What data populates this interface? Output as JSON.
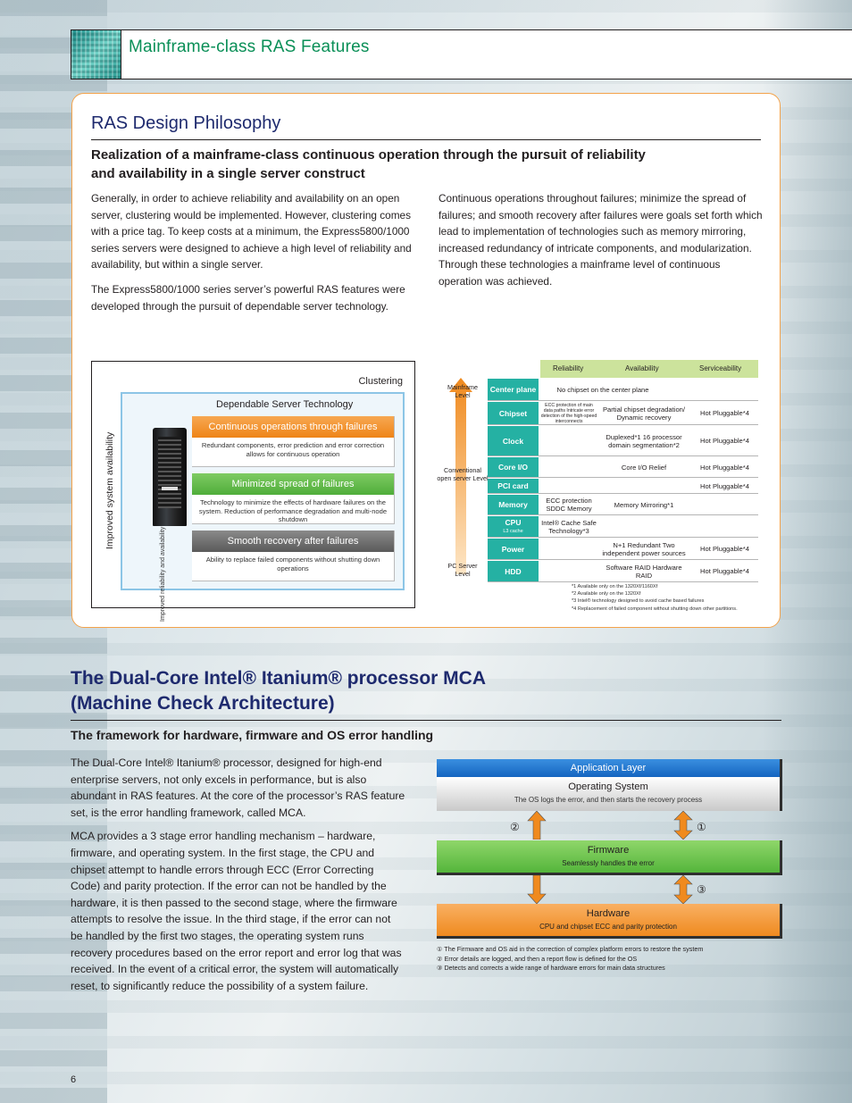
{
  "header": {
    "title": "Mainframe-class RAS Features"
  },
  "ras": {
    "title": "RAS Design Philosophy",
    "subtitle": "Realization of a mainframe-class continuous operation through the pursuit of reliability and availability in a single server construct",
    "left_paragraphs": [
      "Generally, in order to achieve reliability and availability on an open server, clustering would be implemented.  However, clustering comes with a price tag.  To keep costs at a minimum, the Express5800/1000 series servers were designed to achieve a high level of reliability and availability, but within a single server.",
      "The Express5800/1000 series server’s powerful RAS features were developed through the pursuit of dependable server technology."
    ],
    "right_paragraphs": [
      "Continuous operations throughout failures; minimize the spread of failures; and smooth recovery after failures were goals set forth which lead to implementation of technologies such as memory mirroring, increased redundancy of intricate components, and modularization.  Through these technologies a mainframe level of continuous operation was achieved."
    ]
  },
  "clustering": {
    "title": "Clustering",
    "y_label": "Improved system availability",
    "inner_label": "Improved reliability and availability as a stand alone server",
    "dst_label": "Dependable Server Technology",
    "features": [
      {
        "title": "Continuous operations through failures",
        "body": "Redundant components, error prediction and error correction allows for continuous operation",
        "color": "#f08a1e"
      },
      {
        "title": "Minimized spread of failures",
        "body": "Technology to minimize the effects of hardware failures on the system.  Reduction of performance degradation and multi-node shutdown",
        "color": "#5dba46"
      },
      {
        "title": "Smooth recovery after failures",
        "body": "Ability to replace failed components without shutting down operations",
        "color": "#6b6b6b"
      }
    ]
  },
  "ras_table": {
    "levels": {
      "top": "Mainframe Level",
      "middle": "Conventional open server Level",
      "bottom": "PC Server Level"
    },
    "columns": [
      "Reliability",
      "Availability",
      "Serviceability"
    ],
    "rows": [
      {
        "label": "Center plane",
        "merged": "No chipset on the center plane"
      },
      {
        "label": "Chipset",
        "reliability": "ECC protection of main data paths Intricate error detection of the high-speed interconnects",
        "availability": "Partial chipset degradation/ Dynamic recovery",
        "serviceability": "Hot Pluggable*4"
      },
      {
        "label": "Clock",
        "reliability": "",
        "availability": "Duplexed*1 16 processor domain segmentation*2",
        "serviceability": "Hot Pluggable*4"
      },
      {
        "label": "Core I/O",
        "reliability": "",
        "availability": "Core I/O Relief",
        "serviceability": "Hot Pluggable*4"
      },
      {
        "label": "PCI card",
        "reliability": "",
        "availability": "",
        "serviceability": "Hot Pluggable*4"
      },
      {
        "label": "Memory",
        "reliability": "ECC protection SDDC Memory",
        "availability": "Memory Mirroring*1",
        "serviceability": ""
      },
      {
        "label": "CPU",
        "sublabel": "L3 cache",
        "reliability": "Intel® Cache Safe Technology*3",
        "availability": "",
        "serviceability": ""
      },
      {
        "label": "Power",
        "reliability": "",
        "availability": "N+1 Redundant Two independent power sources",
        "serviceability": "Hot Pluggable*4"
      },
      {
        "label": "HDD",
        "reliability": "",
        "availability": "Software RAID Hardware RAID",
        "serviceability": "Hot Pluggable*4"
      }
    ],
    "footnotes": [
      "*1 Available only on the 1320Xf/1160Xf",
      "*2 Available only on the 1320Xf",
      "*3 Intel® technology designed to avoid cache based failures",
      "*4 Replacement of failed component without shutting down other partitions."
    ]
  },
  "mca": {
    "title_line1": "The Dual-Core Intel® Itanium® processor MCA",
    "title_line2": "(Machine Check Architecture)",
    "subtitle": "The framework for hardware, firmware and OS error handling",
    "paragraphs": [
      "The Dual-Core Intel® Itanium® processor, designed for high-end enterprise servers, not only excels in performance, but is also abundant in RAS features. At the core of the processor’s RAS feature set, is the error handling framework, called MCA.",
      "MCA provides a 3 stage error handling mechanism – hardware, firmware, and operating system. In the first stage, the CPU and chipset attempt to handle errors through ECC (Error Correcting Code) and parity protection. If the error can not be handled by the hardware, it is then passed to the second stage, where the firmware attempts to resolve the issue.  In the third stage, if the error can not be handled by the first two stages, the operating system runs recovery procedures based on the error report and error log that was received. In the event of a critical error, the system will automatically reset, to significantly reduce the possibility of a system failure."
    ],
    "diagram": {
      "app_layer": "Application Layer",
      "os_title": "Operating System",
      "os_sub": "The OS logs the error, and then starts the recovery process",
      "fw_title": "Firmware",
      "fw_sub": "Seamlessly handles the error",
      "hw_title": "Hardware",
      "hw_sub": "CPU and chipset ECC and parity protection",
      "num1": "①",
      "num2": "②",
      "num3": "③"
    },
    "notes": [
      "① The Firmware and OS aid in the correction of complex platform errors to restore the system",
      "② Error details are logged, and then a report flow is defined for the OS",
      "③ Detects and corrects a wide range of hardware errors for main data structures"
    ]
  },
  "page_number": "6",
  "colors": {
    "accent_green": "#0a8f57",
    "navy": "#1e2a6e",
    "teal": "#25b1a3",
    "orange": "#f08a1e"
  }
}
